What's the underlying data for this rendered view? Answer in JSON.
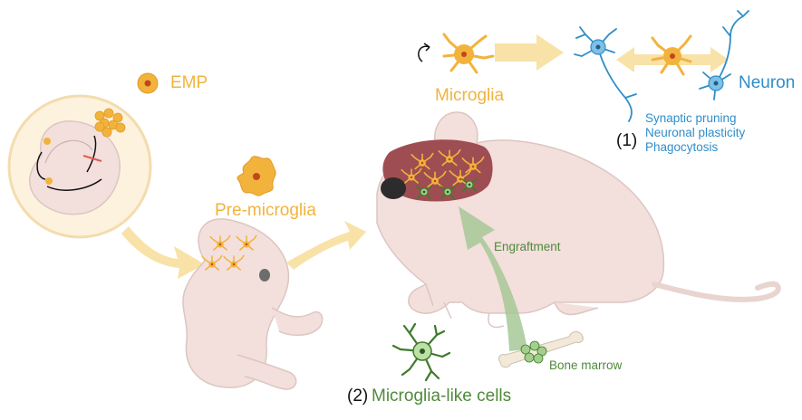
{
  "labels": {
    "emp": "EMP",
    "pre_microglia": "Pre-microglia",
    "microglia": "Microglia",
    "neuron": "Neuron",
    "marker_1": "(1)",
    "functions": [
      "Synaptic pruning",
      "Neuronal plasticity",
      "Phagocytosis"
    ],
    "engraftment": "Engraftment",
    "bone_marrow": "Bone marrow",
    "marker_2": "(2)",
    "microglia_like_cells": "Microglia-like cells"
  },
  "colors": {
    "microglia": "#f2b33d",
    "neuron": "#2f8ec9",
    "microglia_like": "#4f8a3a",
    "body": "#f3dfdc",
    "body_outline": "#dcc6c2",
    "brain": "#9e4d52",
    "arrow": "#f8e2a8",
    "engraftment_arrow": "#a6c896"
  }
}
